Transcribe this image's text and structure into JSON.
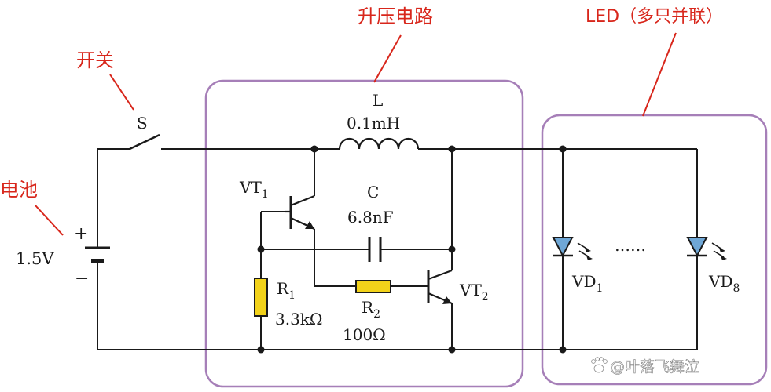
{
  "labels": {
    "boost_title": "升压电路",
    "led_title": "LED（多只并联）",
    "switch_title": "开关",
    "battery_title": "电池",
    "switch": "S",
    "battery_voltage": "1.5V",
    "battery_plus": "+",
    "battery_minus": "−",
    "inductor_name": "L",
    "inductor_value": "0.1mH",
    "cap_name": "C",
    "cap_value": "6.8nF",
    "vt1": "VT",
    "vt1_sub": "1",
    "vt2": "VT",
    "vt2_sub": "2",
    "r1": "R",
    "r1_sub": "1",
    "r1_value": "3.3kΩ",
    "r2": "R",
    "r2_sub": "2",
    "r2_value": "100Ω",
    "vd1": "VD",
    "vd1_sub": "1",
    "vd8": "VD",
    "vd8_sub": "8",
    "dots": "……",
    "watermark": "@叶落飞舞泣"
  },
  "colors": {
    "wire": "#1a1a1a",
    "label_red": "#d8261b",
    "box": "#a67fb8",
    "resistor_fill": "#f2d21a",
    "led_fill": "#6fa7d6"
  },
  "icons": {
    "watermark_icon": "paw-icon"
  }
}
